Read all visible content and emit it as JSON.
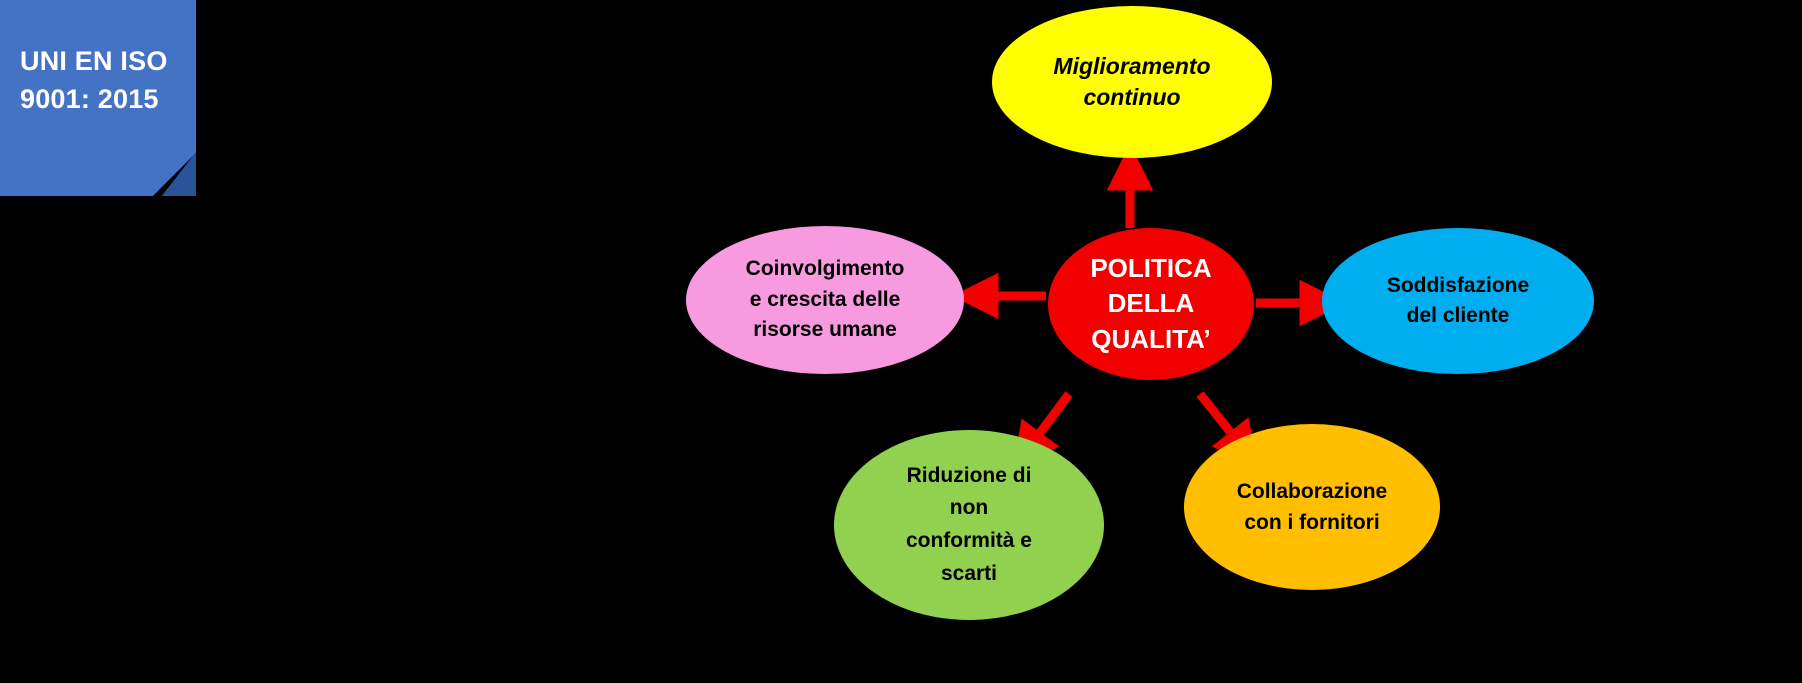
{
  "diagram": {
    "title_note": {
      "line1": "UNI EN ISO",
      "line2": "9001: 2015",
      "bg_color": "#4472C4",
      "fold_color": "#2B5399",
      "text_color": "#FFFFFF"
    },
    "center_node": {
      "line1": "POLITICA",
      "line2": "DELLA",
      "line3": "QUALITA’",
      "color": "#F20000",
      "text_color": "#FFFFFF"
    },
    "nodes": [
      {
        "id": "miglioramento-continuo",
        "line1": "Miglioramento",
        "line2": "continuo",
        "color": "#FFFF00",
        "text_color": "#000000",
        "position": "top"
      },
      {
        "id": "coinvolgimento-risorse-umane",
        "line1": "Coinvolgimento",
        "line2": "e crescita delle",
        "line3": "risorse umane",
        "color": "#F79AE0",
        "text_color": "#000000",
        "position": "left"
      },
      {
        "id": "soddisfazione-cliente",
        "line1": "Soddisfazione",
        "line2": "del cliente",
        "color": "#00AEEF",
        "text_color": "#000000",
        "position": "right"
      },
      {
        "id": "riduzione-non-conformita",
        "line1": "Riduzione di",
        "line2": "non",
        "line3": "conformità e",
        "line4": "scarti",
        "color": "#92D050",
        "text_color": "#000000",
        "position": "bottom-left"
      },
      {
        "id": "collaborazione-fornitori",
        "line1": "Collaborazione",
        "line2": "con i fornitori",
        "color": "#FFBF00",
        "text_color": "#000000",
        "position": "bottom-right"
      }
    ],
    "arrow_color": "#F20000",
    "background_color": "#000000"
  }
}
